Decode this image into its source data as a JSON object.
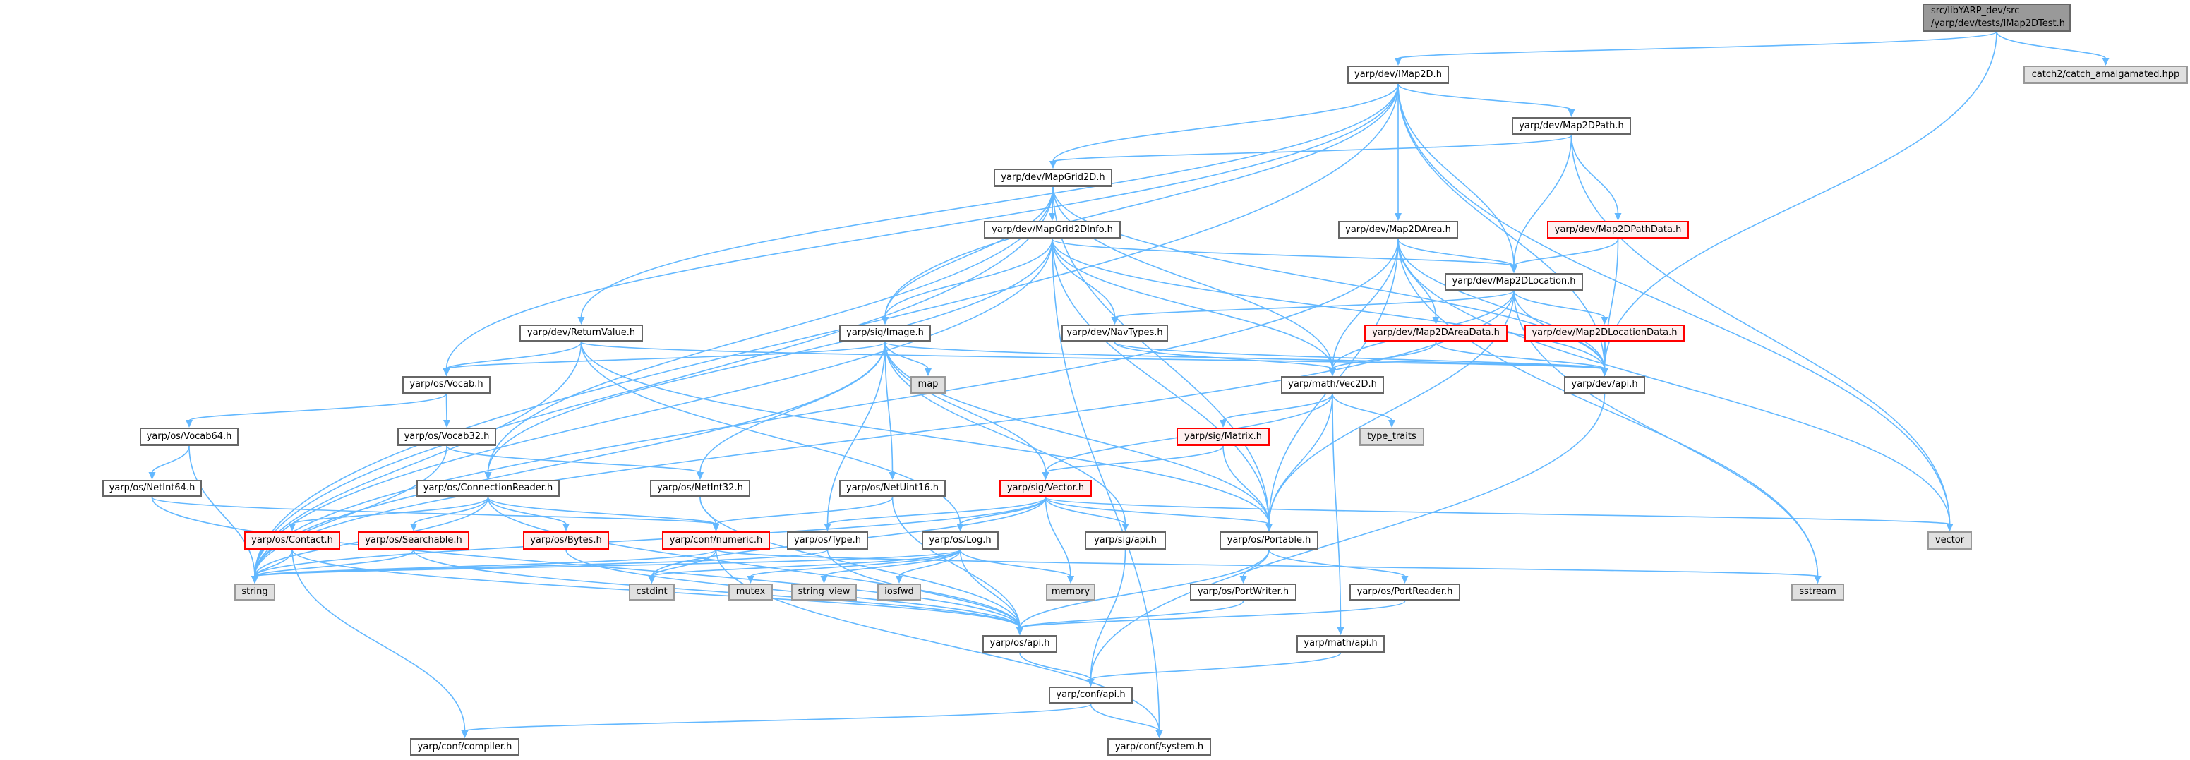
{
  "colors": {
    "edge": "#63B8FF",
    "root_fill": "#999999",
    "missing_fill": "#FFF0F0",
    "missing_border": "#FF0000",
    "system_fill": "#E0E0E0"
  },
  "nodes": [
    {
      "id": "root",
      "label": "src/libYARP_dev/src\n/yarp/dev/tests/IMap2DTest.h",
      "kind": "root"
    },
    {
      "id": "catch2",
      "label": "catch2/catch_amalgamated.hpp",
      "kind": "ext"
    },
    {
      "id": "imap2d",
      "label": "yarp/dev/IMap2D.h",
      "kind": "normal"
    },
    {
      "id": "map2dpath",
      "label": "yarp/dev/Map2DPath.h",
      "kind": "normal"
    },
    {
      "id": "mapgrid2d",
      "label": "yarp/dev/MapGrid2D.h",
      "kind": "normal"
    },
    {
      "id": "mapgrid2dinfo",
      "label": "yarp/dev/MapGrid2DInfo.h",
      "kind": "normal"
    },
    {
      "id": "map2darea",
      "label": "yarp/dev/Map2DArea.h",
      "kind": "normal"
    },
    {
      "id": "map2dpathdata",
      "label": "yarp/dev/Map2DPathData.h",
      "kind": "red"
    },
    {
      "id": "map2dlocation",
      "label": "yarp/dev/Map2DLocation.h",
      "kind": "normal"
    },
    {
      "id": "returnvalue",
      "label": "yarp/dev/ReturnValue.h",
      "kind": "normal"
    },
    {
      "id": "image",
      "label": "yarp/sig/Image.h",
      "kind": "normal"
    },
    {
      "id": "navtypes",
      "label": "yarp/dev/NavTypes.h",
      "kind": "normal"
    },
    {
      "id": "map2dareadata",
      "label": "yarp/dev/Map2DAreaData.h",
      "kind": "red"
    },
    {
      "id": "map2dlocationdata",
      "label": "yarp/dev/Map2DLocationData.h",
      "kind": "red"
    },
    {
      "id": "vocab",
      "label": "yarp/os/Vocab.h",
      "kind": "normal"
    },
    {
      "id": "map",
      "label": "map",
      "kind": "ext"
    },
    {
      "id": "vec2d",
      "label": "yarp/math/Vec2D.h",
      "kind": "normal"
    },
    {
      "id": "devapi",
      "label": "yarp/dev/api.h",
      "kind": "normal"
    },
    {
      "id": "vocab64",
      "label": "yarp/os/Vocab64.h",
      "kind": "normal"
    },
    {
      "id": "vocab32",
      "label": "yarp/os/Vocab32.h",
      "kind": "normal"
    },
    {
      "id": "matrix",
      "label": "yarp/sig/Matrix.h",
      "kind": "red"
    },
    {
      "id": "typetraits",
      "label": "type_traits",
      "kind": "ext"
    },
    {
      "id": "netint64",
      "label": "yarp/os/NetInt64.h",
      "kind": "normal"
    },
    {
      "id": "connreader",
      "label": "yarp/os/ConnectionReader.h",
      "kind": "normal"
    },
    {
      "id": "netint32",
      "label": "yarp/os/NetInt32.h",
      "kind": "normal"
    },
    {
      "id": "netuint16",
      "label": "yarp/os/NetUint16.h",
      "kind": "normal"
    },
    {
      "id": "vector_h",
      "label": "yarp/sig/Vector.h",
      "kind": "red"
    },
    {
      "id": "contact",
      "label": "yarp/os/Contact.h",
      "kind": "red"
    },
    {
      "id": "searchable",
      "label": "yarp/os/Searchable.h",
      "kind": "red"
    },
    {
      "id": "bytes",
      "label": "yarp/os/Bytes.h",
      "kind": "red"
    },
    {
      "id": "numeric",
      "label": "yarp/conf/numeric.h",
      "kind": "red"
    },
    {
      "id": "type",
      "label": "yarp/os/Type.h",
      "kind": "normal"
    },
    {
      "id": "log",
      "label": "yarp/os/Log.h",
      "kind": "normal"
    },
    {
      "id": "sigapi",
      "label": "yarp/sig/api.h",
      "kind": "normal"
    },
    {
      "id": "portable",
      "label": "yarp/os/Portable.h",
      "kind": "normal"
    },
    {
      "id": "vector",
      "label": "vector",
      "kind": "ext"
    },
    {
      "id": "string",
      "label": "string",
      "kind": "ext"
    },
    {
      "id": "cstdint",
      "label": "cstdint",
      "kind": "ext"
    },
    {
      "id": "mutex",
      "label": "mutex",
      "kind": "ext"
    },
    {
      "id": "string_view",
      "label": "string_view",
      "kind": "ext"
    },
    {
      "id": "iosfwd",
      "label": "iosfwd",
      "kind": "ext"
    },
    {
      "id": "memory",
      "label": "memory",
      "kind": "ext"
    },
    {
      "id": "portwriter",
      "label": "yarp/os/PortWriter.h",
      "kind": "normal"
    },
    {
      "id": "portreader",
      "label": "yarp/os/PortReader.h",
      "kind": "normal"
    },
    {
      "id": "sstream",
      "label": "sstream",
      "kind": "ext"
    },
    {
      "id": "osapi",
      "label": "yarp/os/api.h",
      "kind": "normal"
    },
    {
      "id": "mathapi",
      "label": "yarp/math/api.h",
      "kind": "normal"
    },
    {
      "id": "confapi",
      "label": "yarp/conf/api.h",
      "kind": "normal"
    },
    {
      "id": "compiler",
      "label": "yarp/conf/compiler.h",
      "kind": "normal"
    },
    {
      "id": "system",
      "label": "yarp/conf/system.h",
      "kind": "normal"
    }
  ],
  "edges": [
    [
      "root",
      "imap2d"
    ],
    [
      "root",
      "catch2"
    ],
    [
      "root",
      "devapi"
    ],
    [
      "imap2d",
      "map2dpath"
    ],
    [
      "imap2d",
      "mapgrid2d"
    ],
    [
      "imap2d",
      "map2darea"
    ],
    [
      "imap2d",
      "map2dlocation"
    ],
    [
      "imap2d",
      "devapi"
    ],
    [
      "imap2d",
      "vector"
    ],
    [
      "imap2d",
      "string"
    ],
    [
      "imap2d",
      "vocab"
    ],
    [
      "imap2d",
      "returnvalue"
    ],
    [
      "imap2d",
      "image"
    ],
    [
      "map2dpath",
      "mapgrid2d"
    ],
    [
      "map2dpath",
      "map2dlocation"
    ],
    [
      "map2dpath",
      "map2dpathdata"
    ],
    [
      "map2dpath",
      "vector"
    ],
    [
      "map2dpathdata",
      "map2dlocation"
    ],
    [
      "map2dpathdata",
      "devapi"
    ],
    [
      "mapgrid2d",
      "mapgrid2dinfo"
    ],
    [
      "mapgrid2d",
      "image"
    ],
    [
      "mapgrid2d",
      "devapi"
    ],
    [
      "mapgrid2d",
      "string"
    ],
    [
      "mapgrid2d",
      "vec2d"
    ],
    [
      "mapgrid2d",
      "portable"
    ],
    [
      "mapgrid2d",
      "connreader"
    ],
    [
      "mapgrid2dinfo",
      "map2dlocation"
    ],
    [
      "mapgrid2dinfo",
      "navtypes"
    ],
    [
      "mapgrid2dinfo",
      "image"
    ],
    [
      "mapgrid2dinfo",
      "devapi"
    ],
    [
      "mapgrid2dinfo",
      "string"
    ],
    [
      "mapgrid2dinfo",
      "vec2d"
    ],
    [
      "mapgrid2dinfo",
      "portable"
    ],
    [
      "mapgrid2dinfo",
      "connreader"
    ],
    [
      "mapgrid2dinfo",
      "system"
    ],
    [
      "map2darea",
      "map2dlocation"
    ],
    [
      "map2darea",
      "map2dareadata"
    ],
    [
      "map2darea",
      "vec2d"
    ],
    [
      "map2darea",
      "devapi"
    ],
    [
      "map2darea",
      "portable"
    ],
    [
      "map2darea",
      "vector"
    ],
    [
      "map2darea",
      "sstream"
    ],
    [
      "map2darea",
      "string"
    ],
    [
      "map2dlocation",
      "navtypes"
    ],
    [
      "map2dlocation",
      "map2dlocationdata"
    ],
    [
      "map2dlocation",
      "devapi"
    ],
    [
      "map2dlocation",
      "string"
    ],
    [
      "map2dlocation",
      "sstream"
    ],
    [
      "map2dlocation",
      "vec2d"
    ],
    [
      "map2dlocation",
      "portable"
    ],
    [
      "navtypes",
      "vec2d"
    ],
    [
      "navtypes",
      "devapi"
    ],
    [
      "map2dareadata",
      "vec2d"
    ],
    [
      "map2dareadata",
      "devapi"
    ],
    [
      "map2dlocationdata",
      "devapi"
    ],
    [
      "returnvalue",
      "vocab"
    ],
    [
      "returnvalue",
      "string"
    ],
    [
      "returnvalue",
      "portable"
    ],
    [
      "returnvalue",
      "log"
    ],
    [
      "returnvalue",
      "devapi"
    ],
    [
      "image",
      "vocab"
    ],
    [
      "image",
      "map"
    ],
    [
      "image",
      "netint32"
    ],
    [
      "image",
      "netuint16"
    ],
    [
      "image",
      "type"
    ],
    [
      "image",
      "vector_h"
    ],
    [
      "image",
      "sigapi"
    ],
    [
      "image",
      "portable"
    ],
    [
      "image",
      "string"
    ],
    [
      "image",
      "devapi"
    ],
    [
      "vec2d",
      "matrix"
    ],
    [
      "vec2d",
      "vector_h"
    ],
    [
      "vec2d",
      "typetraits"
    ],
    [
      "vec2d",
      "portable"
    ],
    [
      "vec2d",
      "mathapi"
    ],
    [
      "matrix",
      "vector_h"
    ],
    [
      "matrix",
      "portable"
    ],
    [
      "devapi",
      "confapi"
    ],
    [
      "vocab",
      "vocab64"
    ],
    [
      "vocab",
      "vocab32"
    ],
    [
      "vocab64",
      "netint64"
    ],
    [
      "vocab64",
      "string"
    ],
    [
      "vocab32",
      "netint32"
    ],
    [
      "vocab32",
      "string"
    ],
    [
      "netint64",
      "numeric"
    ],
    [
      "netint64",
      "osapi"
    ],
    [
      "connreader",
      "contact"
    ],
    [
      "connreader",
      "searchable"
    ],
    [
      "connreader",
      "bytes"
    ],
    [
      "connreader",
      "numeric"
    ],
    [
      "connreader",
      "string"
    ],
    [
      "connreader",
      "osapi"
    ],
    [
      "netint32",
      "numeric"
    ],
    [
      "netint32",
      "osapi"
    ],
    [
      "netuint16",
      "numeric"
    ],
    [
      "netuint16",
      "osapi"
    ],
    [
      "vector_h",
      "type"
    ],
    [
      "vector_h",
      "log"
    ],
    [
      "vector_h",
      "sigapi"
    ],
    [
      "vector_h",
      "portable"
    ],
    [
      "vector_h",
      "vector"
    ],
    [
      "vector_h",
      "string"
    ],
    [
      "vector_h",
      "memory"
    ],
    [
      "vector_h",
      "cstdint"
    ],
    [
      "contact",
      "string"
    ],
    [
      "contact",
      "compiler"
    ],
    [
      "contact",
      "osapi"
    ],
    [
      "searchable",
      "string"
    ],
    [
      "searchable",
      "osapi"
    ],
    [
      "bytes",
      "osapi"
    ],
    [
      "numeric",
      "string"
    ],
    [
      "numeric",
      "cstdint"
    ],
    [
      "numeric",
      "system"
    ],
    [
      "numeric",
      "sstream"
    ],
    [
      "type",
      "string"
    ],
    [
      "type",
      "osapi"
    ],
    [
      "log",
      "cstdint"
    ],
    [
      "log",
      "mutex"
    ],
    [
      "log",
      "string_view"
    ],
    [
      "log",
      "iosfwd"
    ],
    [
      "log",
      "memory"
    ],
    [
      "log",
      "osapi"
    ],
    [
      "log",
      "string"
    ],
    [
      "portable",
      "portwriter"
    ],
    [
      "portable",
      "portreader"
    ],
    [
      "portable",
      "osapi"
    ],
    [
      "portwriter",
      "osapi"
    ],
    [
      "portreader",
      "osapi"
    ],
    [
      "sigapi",
      "confapi"
    ],
    [
      "mathapi",
      "confapi"
    ],
    [
      "osapi",
      "confapi"
    ],
    [
      "confapi",
      "compiler"
    ],
    [
      "confapi",
      "system"
    ]
  ]
}
